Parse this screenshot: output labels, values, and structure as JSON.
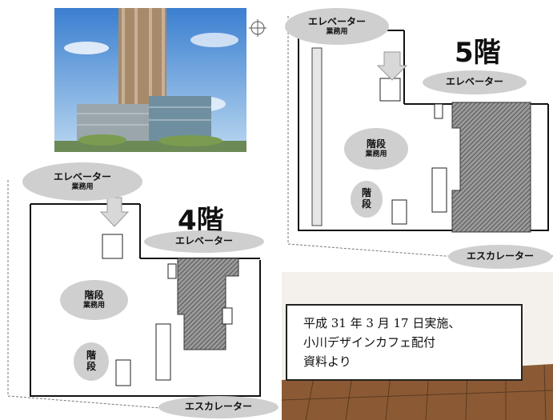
{
  "photo": {
    "alt": ""
  },
  "floor5": {
    "title": "5階",
    "elevator_staff": {
      "main": "エレベーター",
      "sub": "業務用"
    },
    "elevator": {
      "main": "エレベーター"
    },
    "stairs_staff": {
      "main": "階段",
      "sub": "業務用"
    },
    "stairs": {
      "main": "階\n段"
    },
    "escalator": {
      "main": "エスカレーター"
    }
  },
  "floor4": {
    "title": "4階",
    "elevator_staff": {
      "main": "エレベーター",
      "sub": "業務用"
    },
    "elevator": {
      "main": "エレベーター"
    },
    "stairs_staff": {
      "main": "階段",
      "sub": "業務用"
    },
    "stairs": {
      "main": "階\n段"
    },
    "escalator": {
      "main": "エスカレーター"
    }
  },
  "caption": {
    "line1": "平成 31 年 3 月 17 日実施、",
    "line2": "小川デザインカフェ配付",
    "line3": "資料より"
  }
}
